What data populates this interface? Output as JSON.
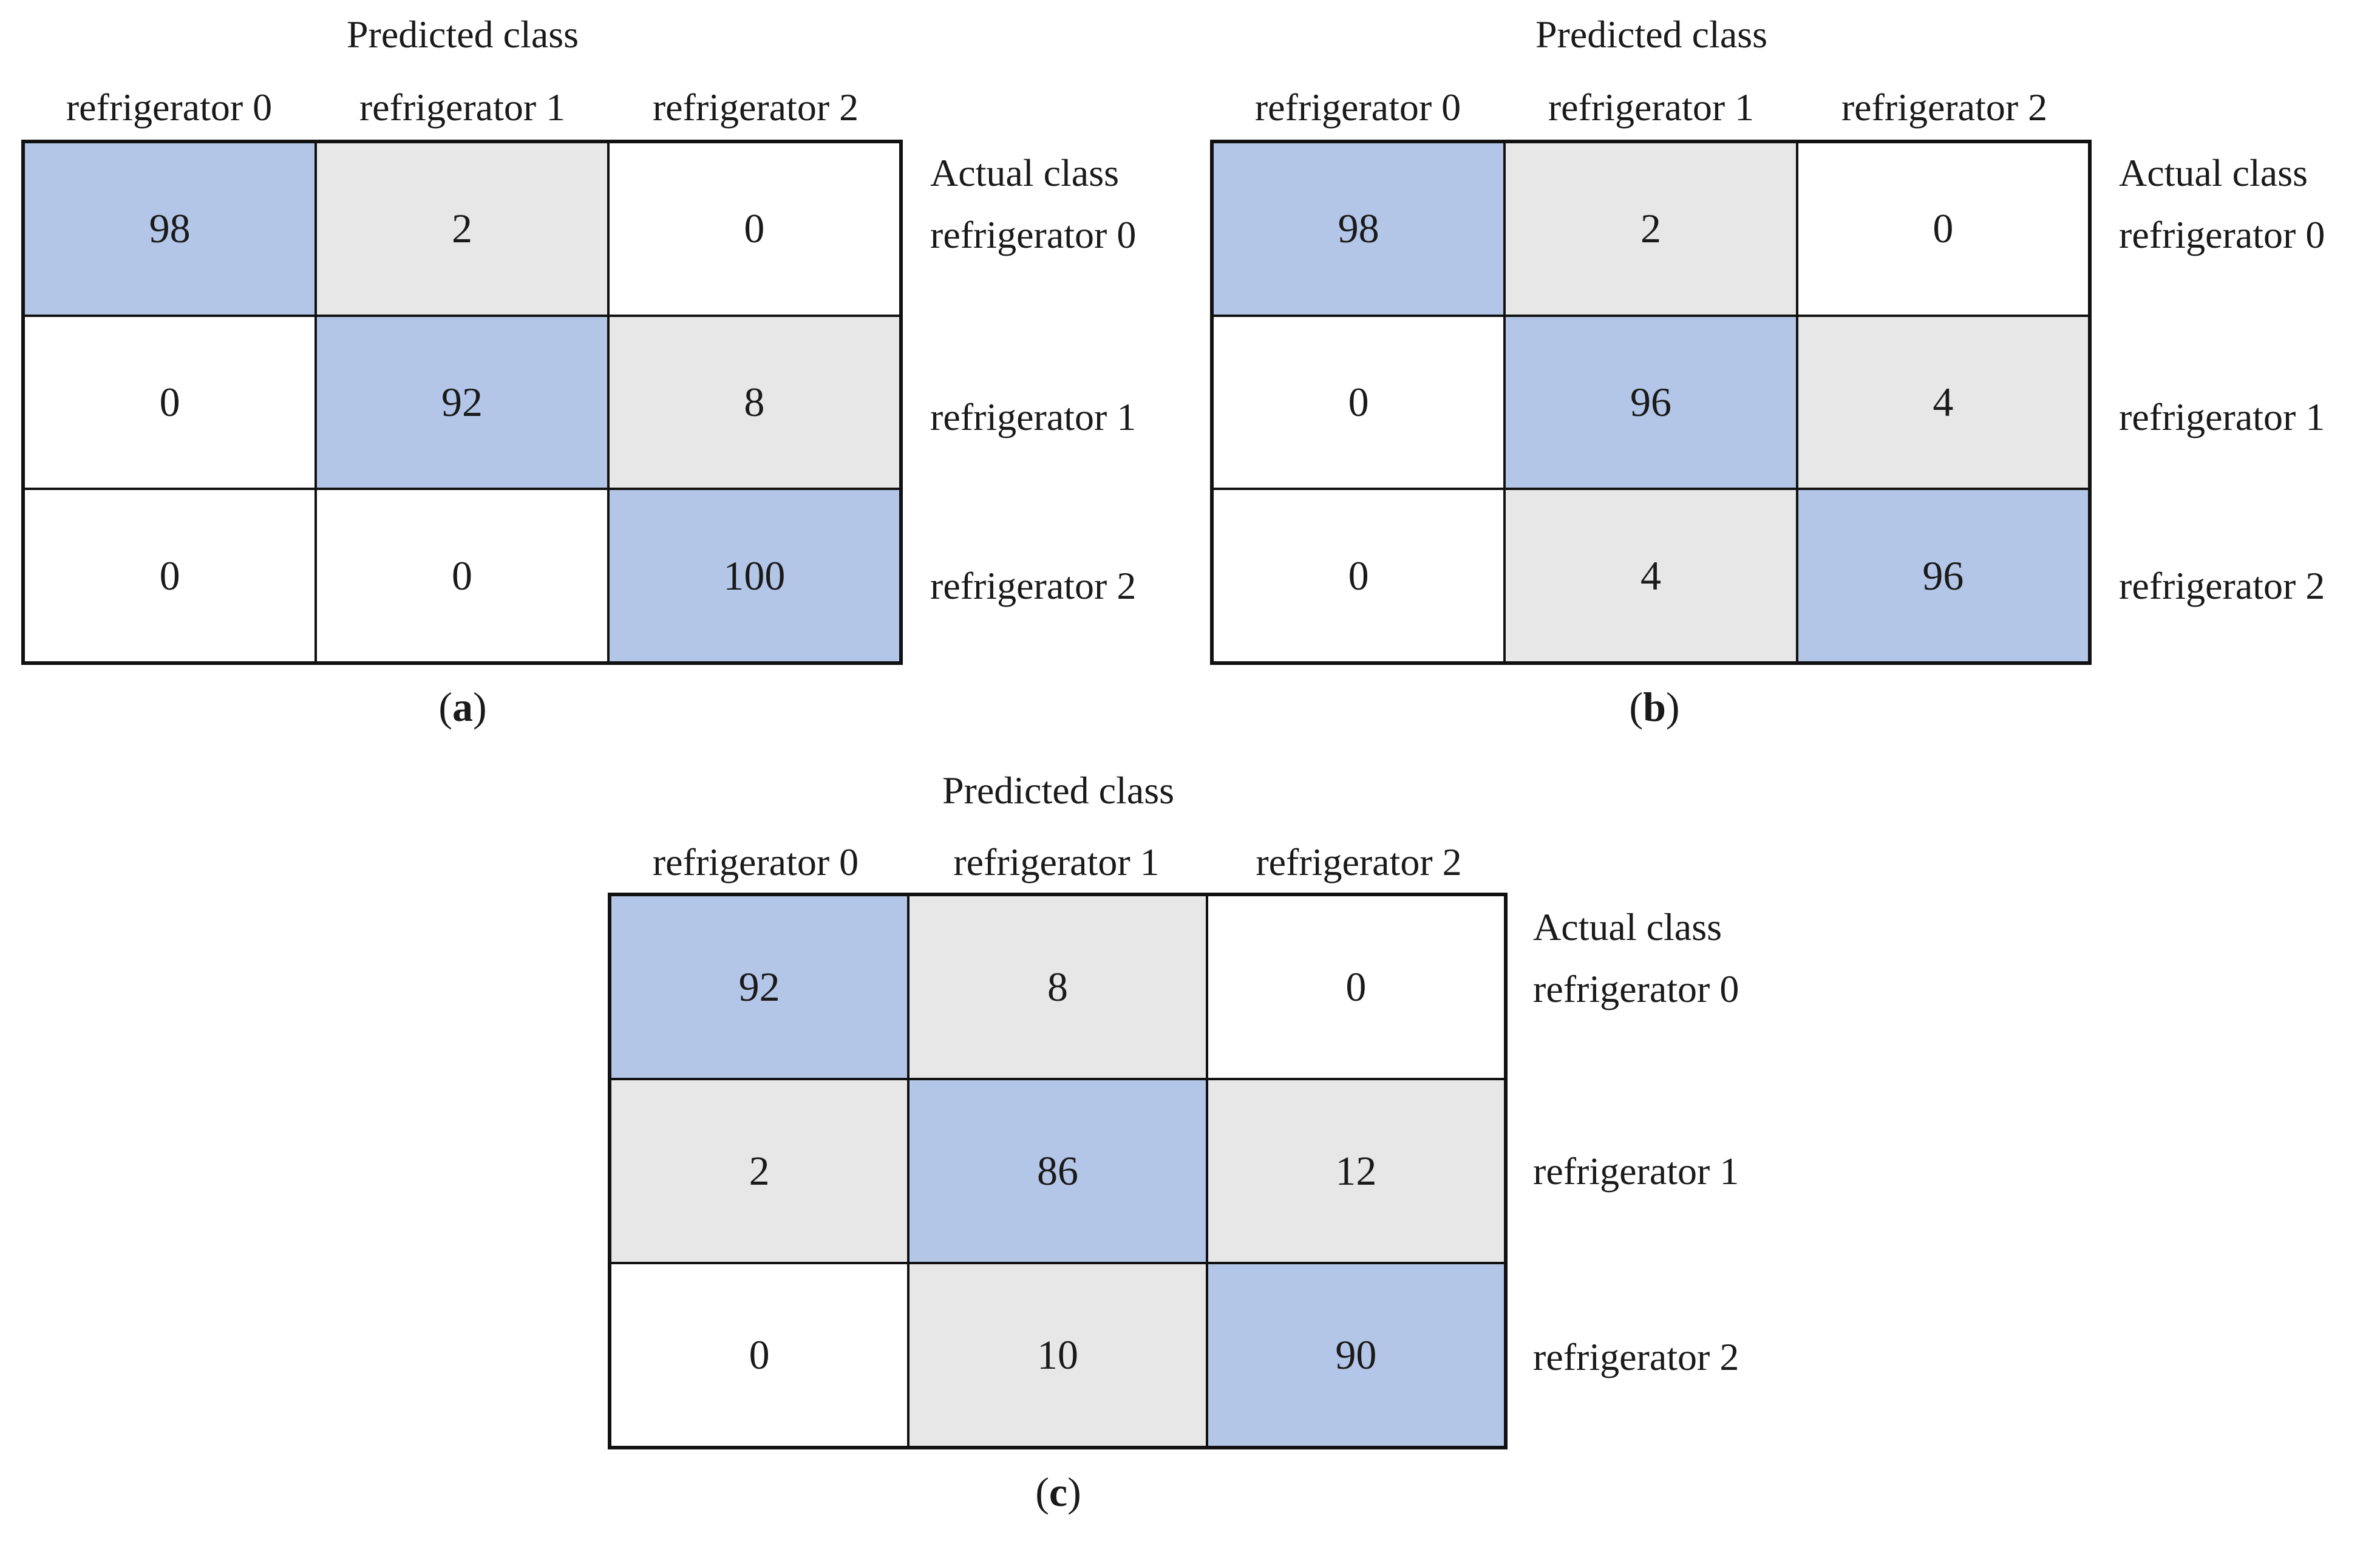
{
  "chart_data": [
    {
      "type": "heatmap",
      "panel": "a",
      "title": "Predicted class",
      "row_title": "Actual class",
      "columns": [
        "refrigerator 0",
        "refrigerator 1",
        "refrigerator 2"
      ],
      "rows": [
        "refrigerator 0",
        "refrigerator 1",
        "refrigerator 2"
      ],
      "values": [
        [
          98,
          2,
          0
        ],
        [
          0,
          92,
          8
        ],
        [
          0,
          0,
          100
        ]
      ]
    },
    {
      "type": "heatmap",
      "panel": "b",
      "title": "Predicted class",
      "row_title": "Actual class",
      "columns": [
        "refrigerator 0",
        "refrigerator 1",
        "refrigerator 2"
      ],
      "rows": [
        "refrigerator 0",
        "refrigerator 1",
        "refrigerator 2"
      ],
      "values": [
        [
          98,
          2,
          0
        ],
        [
          0,
          96,
          4
        ],
        [
          0,
          4,
          96
        ]
      ]
    },
    {
      "type": "heatmap",
      "panel": "c",
      "title": "Predicted class",
      "row_title": "Actual class",
      "columns": [
        "refrigerator 0",
        "refrigerator 1",
        "refrigerator 2"
      ],
      "rows": [
        "refrigerator 0",
        "refrigerator 1",
        "refrigerator 2"
      ],
      "values": [
        [
          92,
          8,
          0
        ],
        [
          2,
          86,
          12
        ],
        [
          0,
          10,
          90
        ]
      ]
    }
  ],
  "colors": {
    "diagonal": "#b3c6e7",
    "off_diagonal_nonzero": "#e7e7e7",
    "zero": "#ffffff"
  }
}
